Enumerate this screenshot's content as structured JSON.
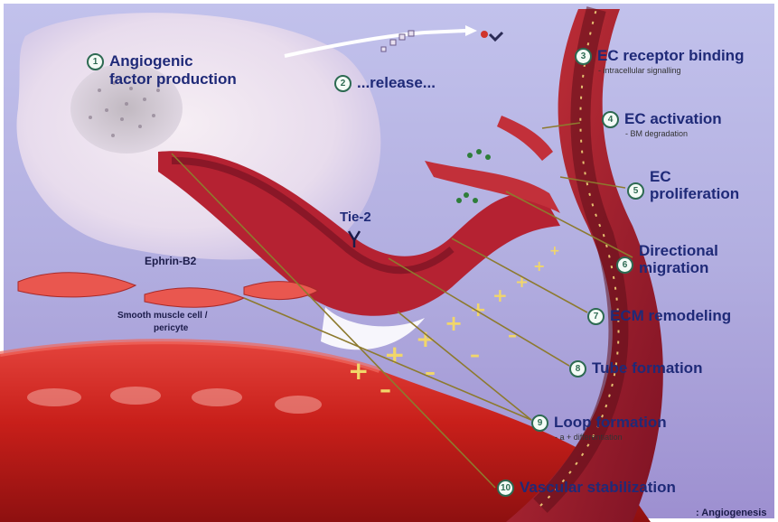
{
  "steps": [
    {
      "num": "1",
      "text": "Angiogenic",
      "text2": "factor production"
    },
    {
      "num": "2",
      "text": "...release..."
    },
    {
      "num": "3",
      "text": "EC receptor binding",
      "sub": "- intracellular signalling"
    },
    {
      "num": "4",
      "text": "EC activation",
      "sub": "- BM degradation"
    },
    {
      "num": "5",
      "text": "EC",
      "text2": "proliferation"
    },
    {
      "num": "6",
      "text": "Directional",
      "text2": "migration"
    },
    {
      "num": "7",
      "text": "ECM remodeling"
    },
    {
      "num": "8",
      "text": "Tube formation"
    },
    {
      "num": "9",
      "text": "Loop formation",
      "sub": "- a + differentiation"
    },
    {
      "num": "10",
      "text": "Vascular stabilization"
    }
  ],
  "labels": {
    "tie2": "Tie-2",
    "ephrin": "Ephrin-B2",
    "smc_line1": "Smooth muscle cell /",
    "smc_line2": "pericyte",
    "corner": ": Angiogenesis"
  },
  "colors": {
    "sky": "#b7b5e6",
    "vessel": "#c81f1a",
    "vessel_dark": "#8e1010",
    "lumen": "#7a1420",
    "leader": "#8d7a2e",
    "label_text": "#1f2a78"
  }
}
